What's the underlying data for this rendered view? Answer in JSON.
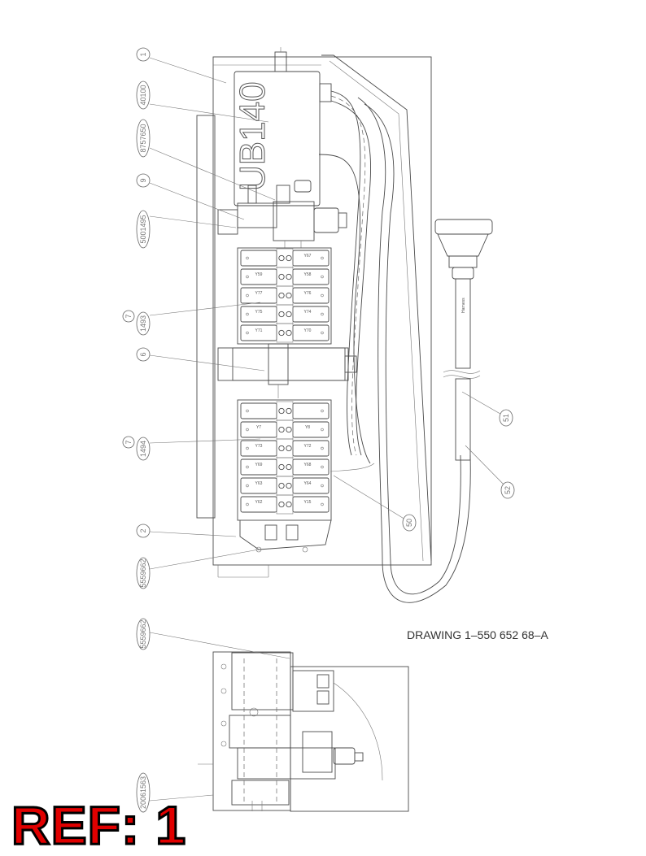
{
  "drawing_number": "DRAWING 1–550 652 68–A",
  "ref_label": "REF: 1",
  "plate_marking": "UB140",
  "callouts": {
    "c1": "1",
    "c2": "40100",
    "c3": "8757650",
    "c4": "9",
    "c5": "5001495",
    "c6a": "7",
    "c6b": "1493",
    "c7": "6",
    "c8a": "7",
    "c8b": "1494",
    "c9": "2",
    "c10": "5559662",
    "c11": "51",
    "c12": "52",
    "c13": "50",
    "c14": "5559662",
    "c15": "20061563"
  },
  "upper_valves": {
    "left": [
      "Y59",
      "Y77",
      "Y75",
      "Y71"
    ],
    "right": [
      "Y67",
      "Y58",
      "Y76",
      "Y74",
      "Y70"
    ]
  },
  "lower_valves": {
    "left": [
      "Y7",
      "Y73",
      "Y69",
      "Y63",
      "Y62"
    ],
    "right": [
      "Y8",
      "Y72",
      "Y68",
      "Y64",
      "Y15"
    ]
  },
  "cable_label": "Harness"
}
